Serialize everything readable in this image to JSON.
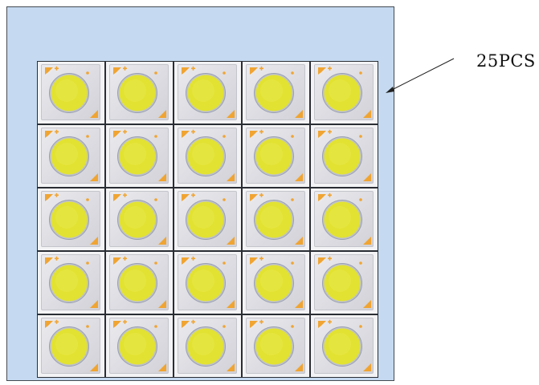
{
  "callout": {
    "quantity_label": "25PCS"
  },
  "panel": {
    "rows": 5,
    "columns": 5,
    "tray_color": "#c5daf0",
    "chip_emitter_color": "#e2e232",
    "chip_marker_color": "#f0a432"
  },
  "icons": {
    "chip": "cob-led-chip-icon",
    "pointer": "arrow-icon"
  }
}
